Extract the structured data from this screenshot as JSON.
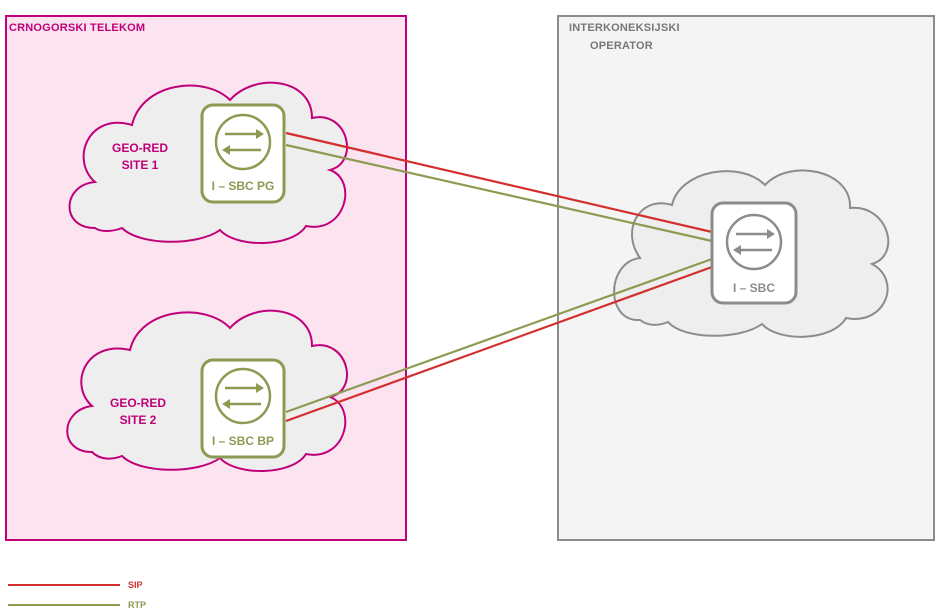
{
  "regions": {
    "left": {
      "title": "CRNOGORSKI TELEKOM"
    },
    "right": {
      "title_line1": "INTERKONEKSIJSKI",
      "title_line2": "OPERATOR"
    }
  },
  "clouds": {
    "site1": {
      "line1": "GEO-RED",
      "line2": "SITE 1",
      "device_label": "I – SBC PG"
    },
    "site2": {
      "line1": "GEO-RED",
      "line2": "SITE 2",
      "device_label": "I – SBC BP"
    },
    "remote": {
      "device_label": "I – SBC"
    }
  },
  "legend": {
    "sip": {
      "label": "SIP",
      "color": "#d32f2f"
    },
    "rtp": {
      "label": "RTP",
      "color": "#8d9a52"
    }
  },
  "colors": {
    "magenta": "#c0007a",
    "olive": "#8d9a52",
    "grey_border": "#8c8c8c",
    "cloud_fill": "#eeeeee"
  }
}
